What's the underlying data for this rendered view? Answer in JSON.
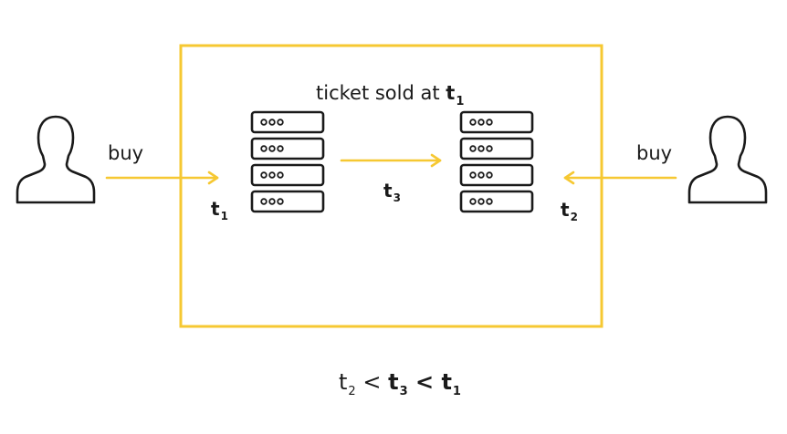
{
  "diagram": {
    "title": {
      "text": "ticket sold at ",
      "var": "t",
      "sub": "1"
    },
    "left_user": {
      "action": "buy"
    },
    "right_user": {
      "action": "buy"
    },
    "left_arrow_time": {
      "var": "t",
      "sub": "1"
    },
    "middle_arrow_time": {
      "var": "t",
      "sub": "3"
    },
    "right_arrow_time": {
      "var": "t",
      "sub": "2"
    },
    "formula": {
      "a": "t",
      "a_sub": "2",
      "op1": " < ",
      "b": "t",
      "b_sub": "3",
      "op2": " < ",
      "c": "t",
      "c_sub": "1"
    },
    "colors": {
      "accent": "#F6C832",
      "stroke": "#1a1a1a"
    },
    "icons": [
      "user-icon",
      "server-rack-icon",
      "arrow-right-icon",
      "arrow-left-icon"
    ]
  }
}
